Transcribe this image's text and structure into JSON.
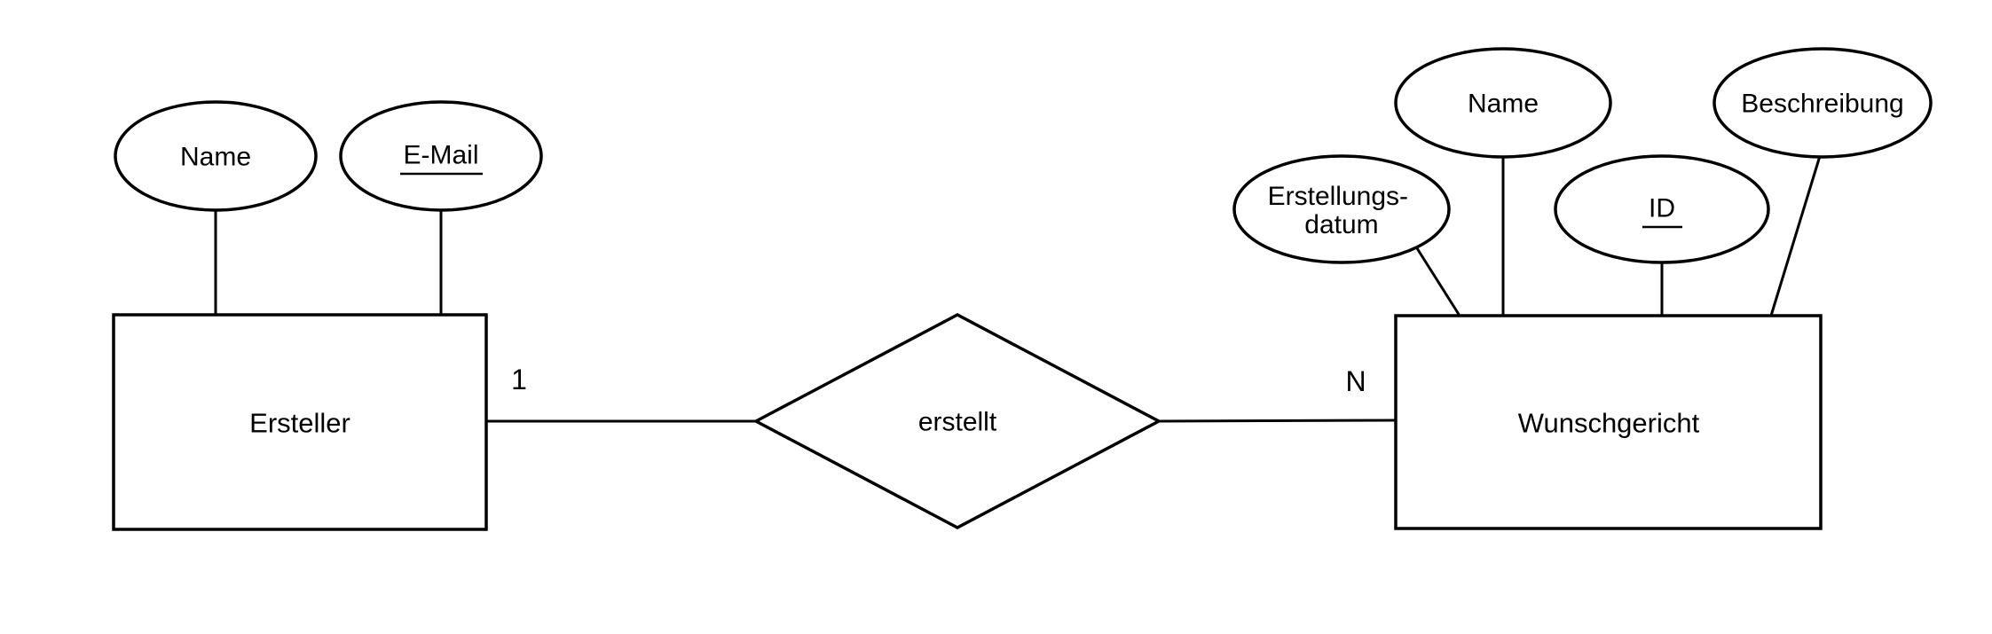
{
  "diagram": {
    "kind": "er-diagram",
    "background_color": "#ffffff",
    "ink_color": "#000000",
    "entities": [
      {
        "id": "ersteller",
        "label": "Ersteller"
      },
      {
        "id": "wunschgericht",
        "label": "Wunschgericht"
      }
    ],
    "relationship": {
      "label": "erstellt",
      "cardinality_left": "1",
      "cardinality_right": "N"
    },
    "attributes": {
      "ersteller": [
        {
          "label": "Name",
          "is_key": false
        },
        {
          "label": "E-Mail",
          "is_key": true
        }
      ],
      "wunschgericht": [
        {
          "label_line1": "Erstellungs-",
          "label_line2": "datum",
          "is_key": false
        },
        {
          "label": "Name",
          "is_key": false
        },
        {
          "label": "ID",
          "is_key": true
        },
        {
          "label": "Beschreibung",
          "is_key": false
        }
      ]
    }
  }
}
